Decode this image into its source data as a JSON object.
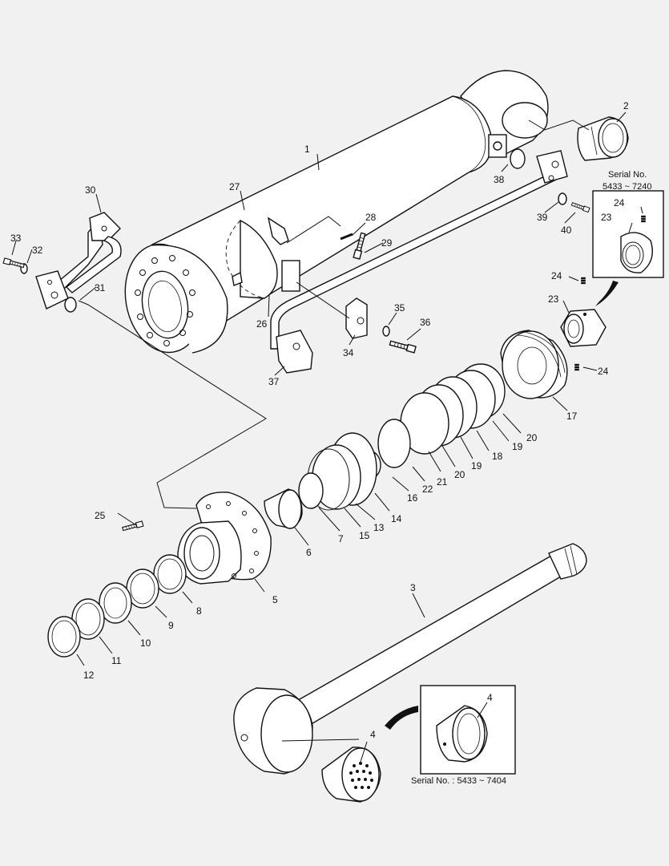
{
  "labels": [
    "1",
    "2",
    "3",
    "4",
    "5",
    "6",
    "7",
    "8",
    "9",
    "10",
    "11",
    "12",
    "13",
    "14",
    "15",
    "16",
    "17",
    "18",
    "19",
    "20",
    "21",
    "22",
    "23",
    "24",
    "25",
    "26",
    "27",
    "28",
    "29",
    "30",
    "31",
    "32",
    "33",
    "34",
    "35",
    "36",
    "37",
    "38",
    "39",
    "40"
  ],
  "serial_rod_nut": "Serial No. 5433 ~ 7240",
  "serial_bushing": "Serial No. : 5433 ~ 7404",
  "colors": {
    "background": "#f1f1f1",
    "line": "#111111",
    "part_fill": "#ffffff"
  }
}
